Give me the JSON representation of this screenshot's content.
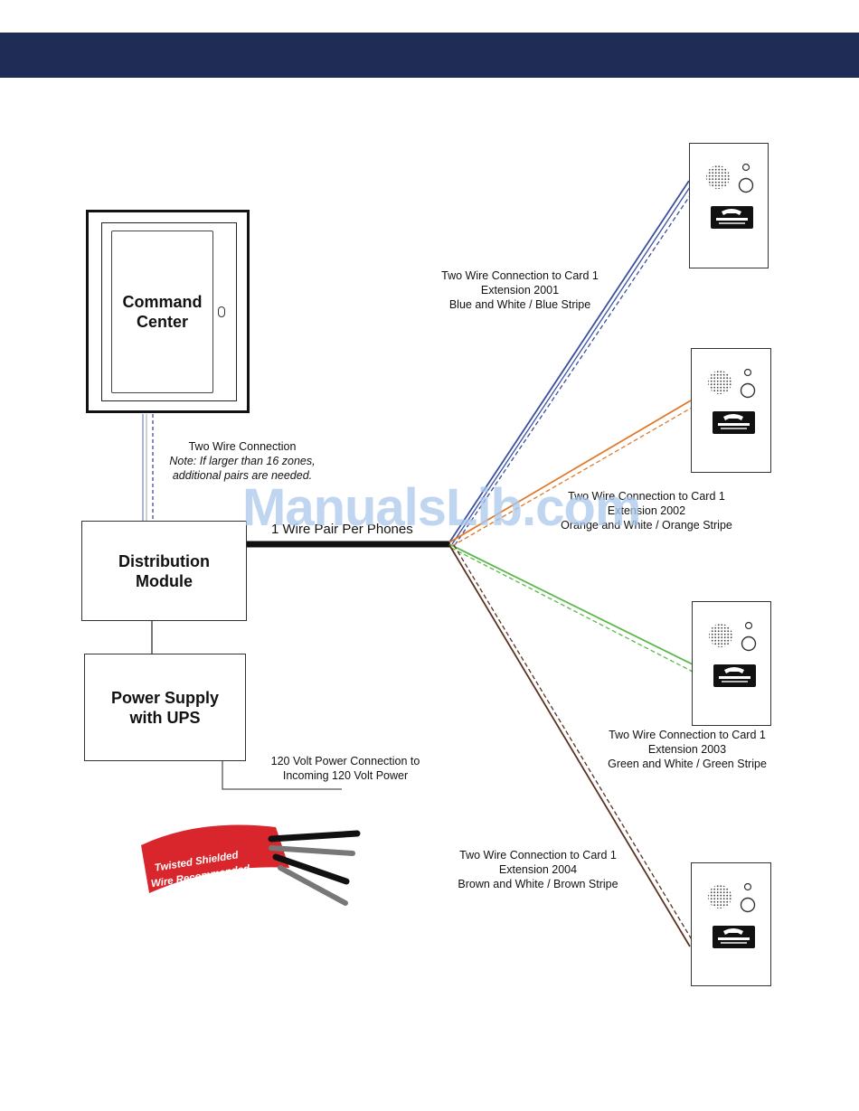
{
  "command_center": {
    "line1": "Command",
    "line2": "Center"
  },
  "distribution_module": {
    "line1": "Distribution",
    "line2": "Module"
  },
  "power_supply": {
    "line1": "Power Supply",
    "line2": "with UPS"
  },
  "two_wire_note": {
    "title": "Two Wire Connection",
    "note1": "Note: If larger than 16 zones,",
    "note2": "additional pairs are needed."
  },
  "trunk_label": "1 Wire Pair Per Phones",
  "power_label": {
    "line1": "120 Volt Power Connection to",
    "line2": "Incoming 120 Volt Power"
  },
  "cable_badge": {
    "line1": "Twisted Shielded",
    "line2": "Wire Recommended"
  },
  "watermark": "ManualsLib.com",
  "connections": [
    {
      "line1": "Two Wire Connection to Card 1",
      "line2": "Extension 2001",
      "line3": "Blue and White / Blue Stripe",
      "color": "#3a4fa0"
    },
    {
      "line1": "Two Wire Connection to Card 1",
      "line2": "Extension 2002",
      "line3": "Orange and White / Orange Stripe",
      "color": "#e07a2e"
    },
    {
      "line1": "Two Wire Connection to Card 1",
      "line2": "Extension 2003",
      "line3": "Green and White / Green Stripe",
      "color": "#5cb84a"
    },
    {
      "line1": "Two Wire Connection to Card 1",
      "line2": "Extension 2004",
      "line3": "Brown and White / Brown Stripe",
      "color": "#5a3222"
    }
  ],
  "colors": {
    "header": "#1e2c56",
    "badge": "#d8262c"
  }
}
